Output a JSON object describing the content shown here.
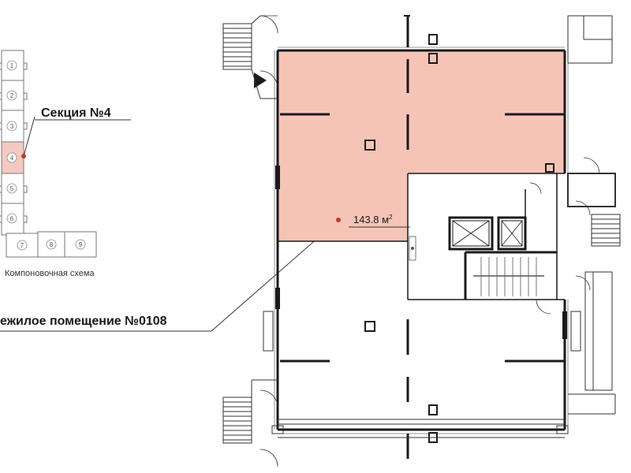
{
  "labels": {
    "section": "Секция №4",
    "room": "ежилое помещение №0108",
    "area_value": "143.8 м",
    "area_unit_sup": "2",
    "scheme": "Компоновочная схема"
  },
  "key_plan": {
    "column_sections": [
      "1",
      "2",
      "3",
      "4",
      "5",
      "6"
    ],
    "row_sections": [
      "7",
      "8",
      "9"
    ],
    "highlighted": "4"
  },
  "colors": {
    "highlight": "#f6c4b6",
    "highlight_key": "#f5c9bf",
    "wall": "#1a1a1a",
    "line": "#444444",
    "marker": "#c0392b"
  }
}
